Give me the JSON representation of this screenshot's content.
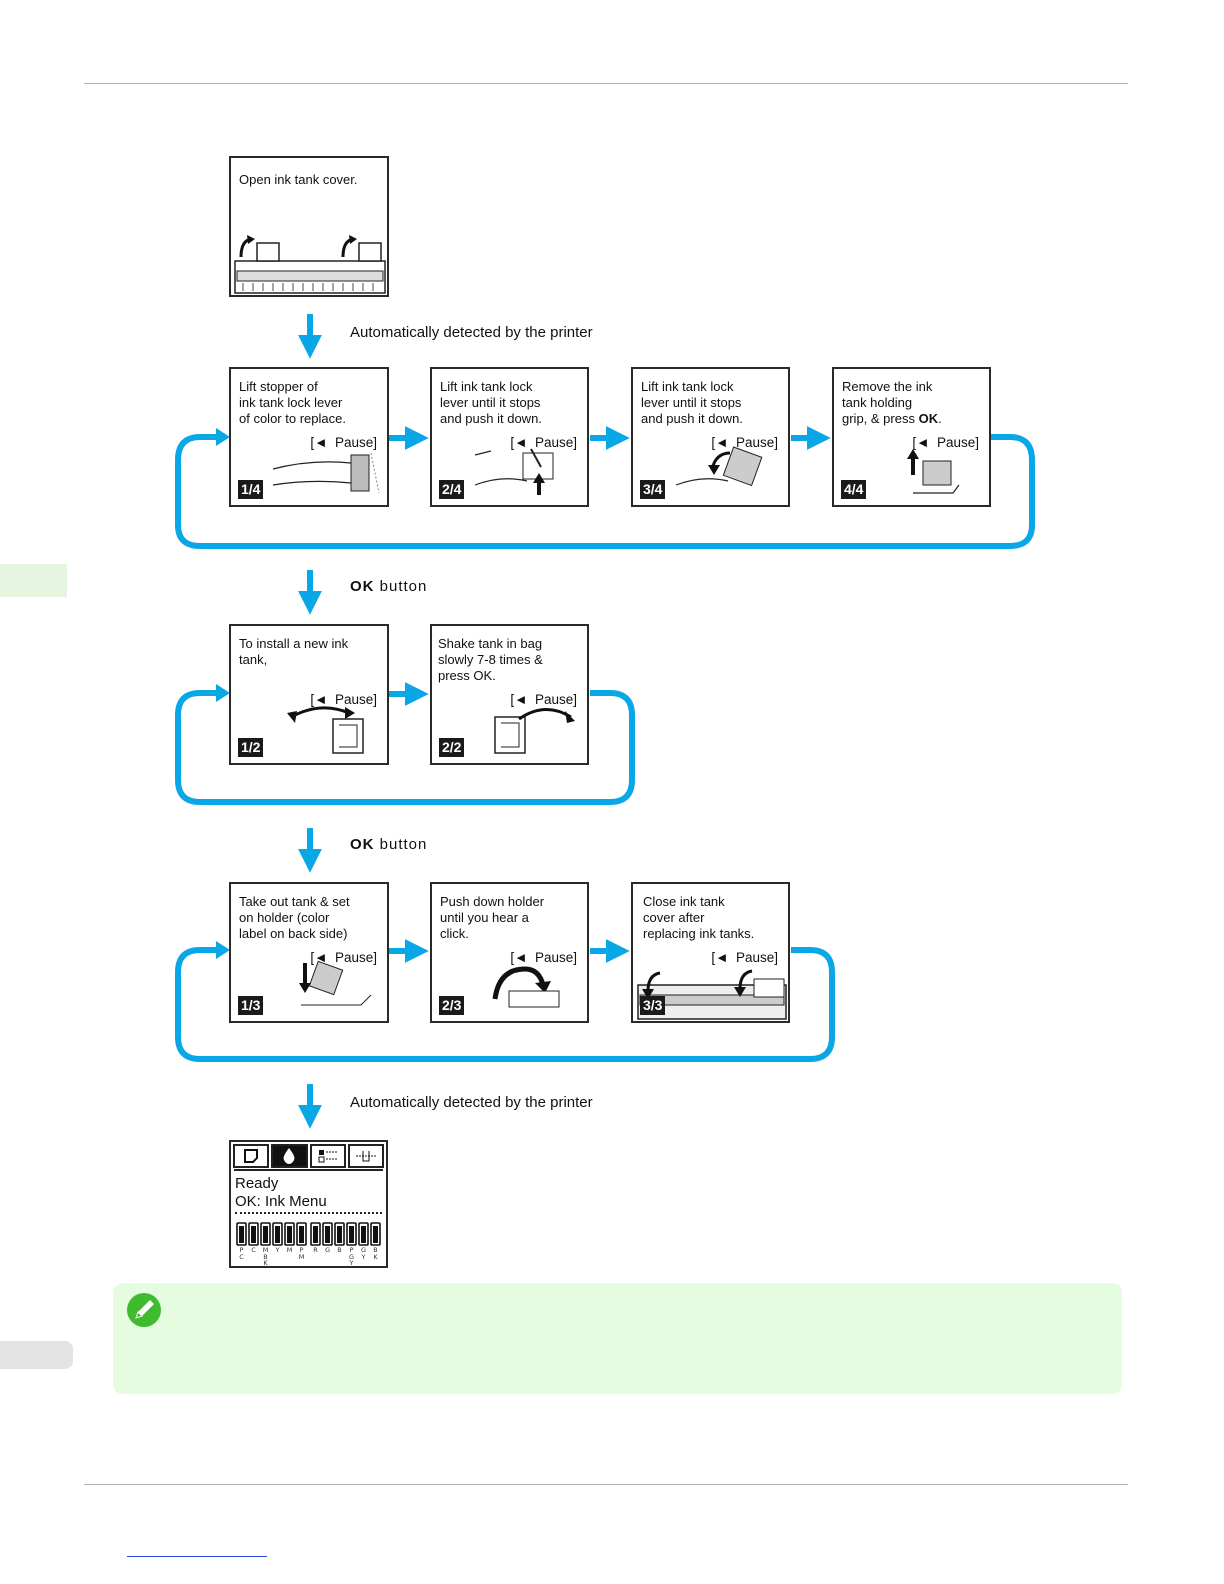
{
  "stage1": {
    "panel": {
      "text": "Open ink tank cover."
    },
    "caption": "Automatically detected by the printer"
  },
  "stage2": {
    "panels": [
      {
        "text": "Lift stopper of\nink tank lock lever\nof color to replace.",
        "pause": "[◄  Pause]",
        "step": "1/4"
      },
      {
        "text": "Lift ink tank lock\nlever until it stops\nand push it down.",
        "pause": "[◄  Pause]",
        "step": "2/4"
      },
      {
        "text": "Lift ink tank lock\nlever until it stops\nand push it down.",
        "pause": "[◄  Pause]",
        "step": "3/4"
      },
      {
        "text_pre": "Remove the ink\ntank holding\ngrip, & press ",
        "text_bold": "OK",
        "text_post": ".",
        "pause": "[◄  Pause]",
        "step": "4/4"
      }
    ],
    "caption_bold": "OK",
    "caption_rest": " button"
  },
  "stage3": {
    "panels": [
      {
        "text": "To install a new ink\ntank,",
        "pause": "[◄  Pause]",
        "step": "1/2"
      },
      {
        "text": "Shake tank in bag\nslowly 7-8 times &\npress OK.",
        "pause": "[◄  Pause]",
        "step": "2/2"
      }
    ],
    "caption_bold": "OK",
    "caption_rest": " button"
  },
  "stage4": {
    "panels": [
      {
        "text": "Take out tank & set\non holder (color\nlabel on back side)",
        "pause": "[◄  Pause]",
        "step": "1/3"
      },
      {
        "text": "Push down holder\nuntil you hear a\nclick.",
        "pause": "[◄  Pause]",
        "step": "2/3"
      },
      {
        "text": "Close ink tank\ncover after\nreplacing ink tanks.",
        "pause": "[◄  Pause]",
        "step": "3/3"
      }
    ],
    "caption": "Automatically detected by the printer"
  },
  "lcd": {
    "status": "Ready",
    "menu": "OK: Ink Menu",
    "tab_icons": [
      "paper-icon",
      "ink-drop-icon",
      "settings-list-icon",
      "maintenance-icon"
    ],
    "ink_labels": [
      [
        "P",
        "C"
      ],
      [
        "C"
      ],
      [
        "M",
        "B",
        "K"
      ],
      [
        "Y"
      ],
      [
        "M"
      ],
      [
        "P",
        "M"
      ],
      [
        "R"
      ],
      [
        "G"
      ],
      [
        "B"
      ],
      [
        "P",
        "G",
        "Y"
      ],
      [
        "G",
        "Y"
      ],
      [
        "B",
        "K"
      ]
    ]
  },
  "colors": {
    "flow_blue": "#0aa7e6",
    "note_bg": "#e6fce0",
    "note_icon": "#3ebb2f"
  }
}
